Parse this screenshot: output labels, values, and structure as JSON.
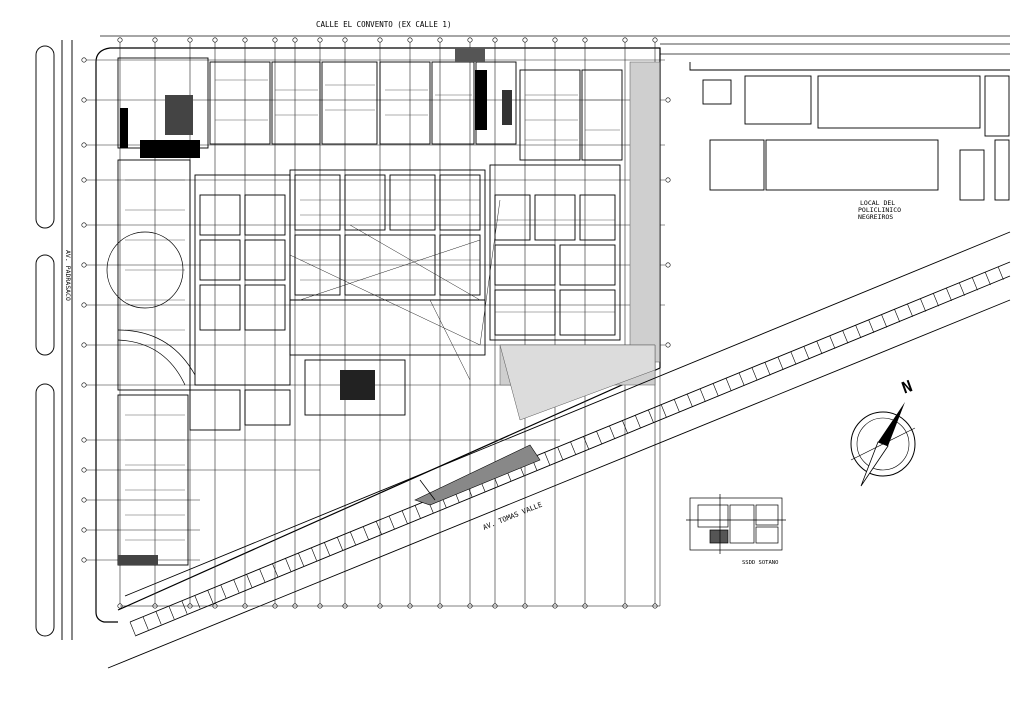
{
  "labels": {
    "street_north": "CALLE EL CONVENTO (EX CALLE 1)",
    "street_west": "AV. PADRASACO",
    "street_south": "AV. TOMAS VALLE",
    "neighbor": [
      "LOCAL DEL",
      "POLICLINICO",
      "NEGREIROS"
    ],
    "north_letter": "N",
    "inset_caption": "SSDD SOTANO"
  }
}
